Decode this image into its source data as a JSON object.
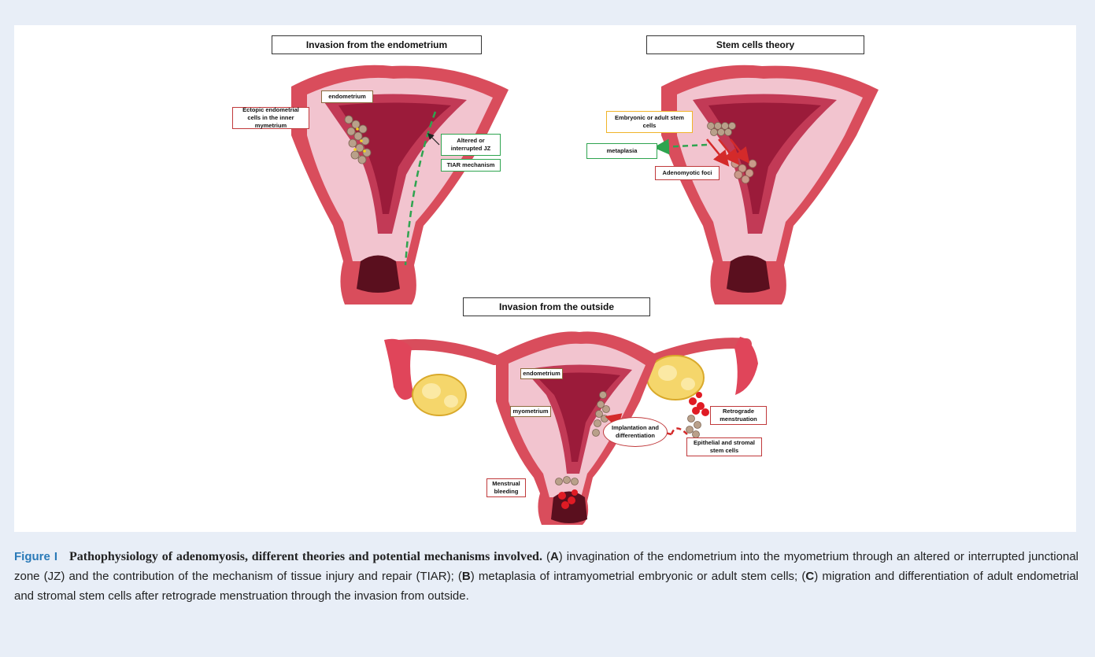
{
  "panels": {
    "a": {
      "title": "Invasion from the endometrium",
      "labels": {
        "endometrium": "endometrium",
        "ectopic": "Ectopic endometrial cells in the inner mymetrium",
        "altered_jz": "Altered or interrupted JZ",
        "tiar": "TIAR mechanism"
      }
    },
    "b": {
      "title": "Stem cells theory",
      "labels": {
        "stem_cells": "Embryonic or adult stem cells",
        "metaplasia": "metaplasia",
        "foci": "Adenomyotic foci"
      }
    },
    "c": {
      "title": "Invasion from the outside",
      "labels": {
        "endometrium": "endometrium",
        "myometrium": "myometrium",
        "implantation": "Implantation and differentiation",
        "retrograde": "Retrograde menstruation",
        "epithelial": "Epithelial and stromal stem cells",
        "menstrual": "Menstrual bleeding"
      }
    }
  },
  "colors": {
    "background": "#e8eef7",
    "uterus_outer": "#d94d5c",
    "uterus_inner": "#f2c4cf",
    "cavity": "#9b1b3a",
    "ovary": "#f5d66b",
    "figure_label": "#2a7ab8",
    "red_border": "#c0393b",
    "green_border": "#2ea44f",
    "gold_border": "#f0b429"
  },
  "caption": {
    "figure_label": "Figure I",
    "title": "Pathophysiology of adenomyosis, different theories and potential mechanisms involved.",
    "part_a_letter": "A",
    "part_a_text": ") invagination of the endometrium into the myometrium through an altered or interrupted junctional zone (JZ) and the contribution of the mechanism of tissue injury and repair (TIAR); (",
    "part_b_letter": "B",
    "part_b_text": ") metaplasia of intramyometrial embryonic or adult stem cells; (",
    "part_c_letter": "C",
    "part_c_text": ") migration and differentiation of adult endometrial and stromal stem cells after retrograde menstruation through the invasion from outside."
  }
}
